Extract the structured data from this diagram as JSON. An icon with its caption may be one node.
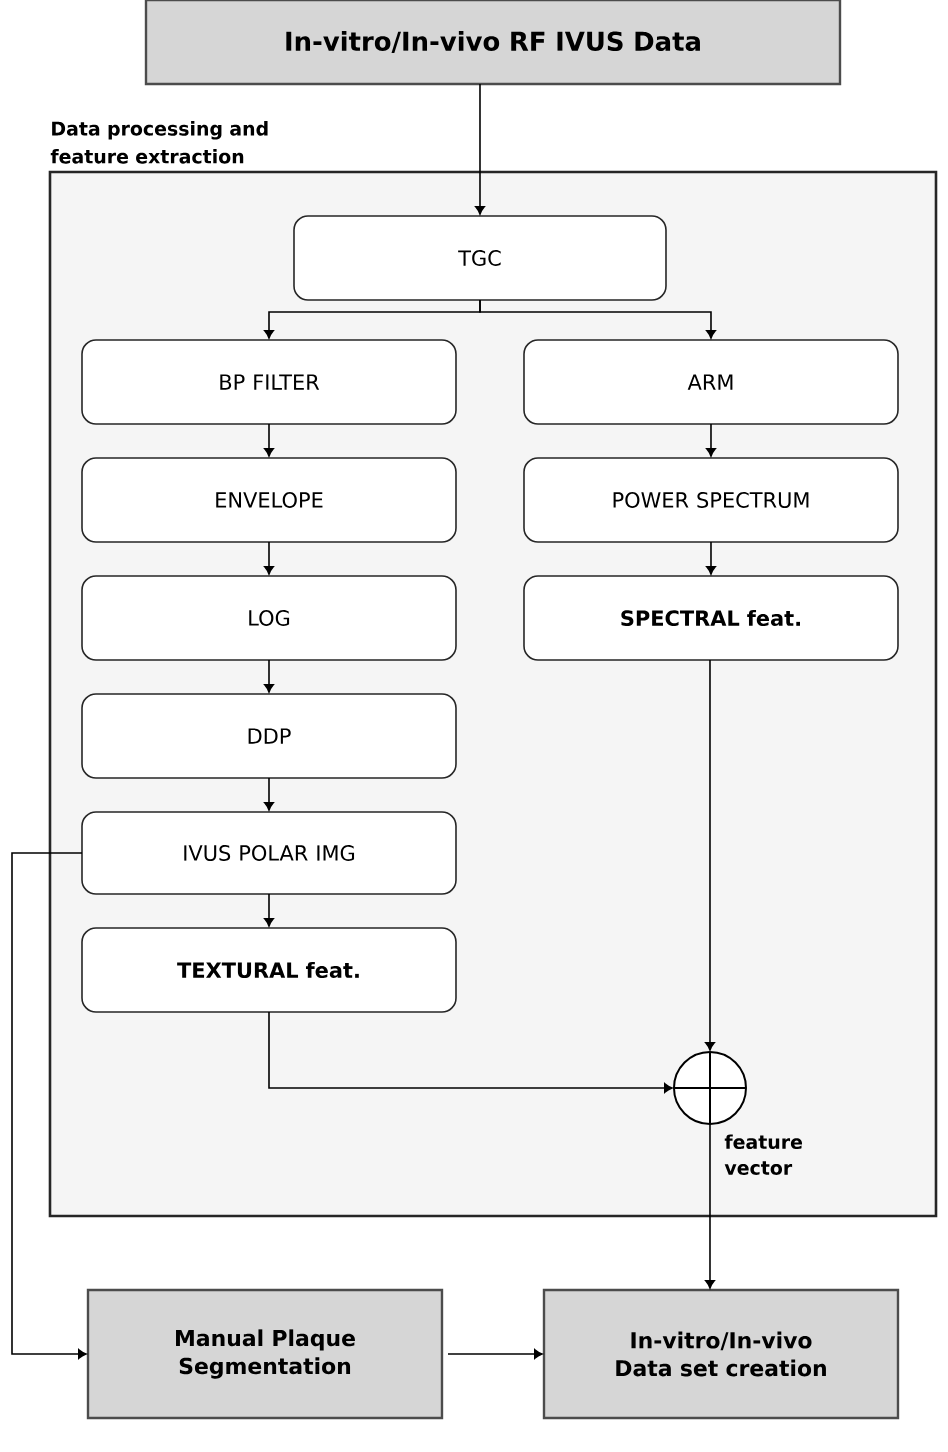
{
  "diagram": {
    "nodes": [
      {
        "text": [
          "In-vitro/In-vivo RF IVUS Data"
        ]
      },
      {
        "text": [
          "Data processing and feature extraction"
        ]
      },
      {
        "text": [
          "TGC"
        ],
        "in": 1
      },
      {
        "text": [
          "BP FILTER"
        ],
        "in": 1
      },
      {
        "text": [
          "ARM"
        ],
        "in": 1
      },
      {
        "text": [
          "ENVELOPE"
        ],
        "in": 1
      },
      {
        "text": [
          "POWER SPECTRUM"
        ],
        "in": 1
      },
      {
        "text": [
          "LOG"
        ],
        "in": 1
      },
      {
        "text": [
          "SPECTRAL feat."
        ],
        "in": 1
      },
      {
        "text": [
          "DDP"
        ],
        "in": 1
      },
      {
        "text": [
          "IVUS POLAR IMG"
        ],
        "in": 1
      },
      {
        "text": [
          "TEXTURAL feat."
        ],
        "in": 1
      },
      {
        "text": [],
        "shape": "circle",
        "in": 1,
        "beside": [
          "feature vector"
        ]
      },
      {
        "text": [
          "Manual Plaque Segmentation"
        ]
      },
      {
        "text": [
          "In-vitro/In-vivo Data set creation"
        ]
      }
    ],
    "edges": [
      {
        "from": 0,
        "to": 2,
        "arrow": "to"
      },
      {
        "from": 2,
        "to": 3,
        "arrow": "to"
      },
      {
        "from": 2,
        "to": 4,
        "arrow": "to"
      },
      {
        "from": 3,
        "to": 5,
        "arrow": "to"
      },
      {
        "from": 5,
        "to": 7,
        "arrow": "to"
      },
      {
        "from": 7,
        "to": 9,
        "arrow": "to"
      },
      {
        "from": 9,
        "to": 10,
        "arrow": "to"
      },
      {
        "from": 10,
        "to": 11,
        "arrow": "to"
      },
      {
        "from": 4,
        "to": 6,
        "arrow": "to"
      },
      {
        "from": 6,
        "to": 8,
        "arrow": "to"
      },
      {
        "from": 8,
        "to": 12,
        "arrow": "to"
      },
      {
        "from": 11,
        "to": 12,
        "arrow": "to"
      },
      {
        "from": 12,
        "to": 14,
        "arrow": "to"
      },
      {
        "from": 10,
        "to": 13,
        "arrow": "to"
      },
      {
        "from": 13,
        "to": 14,
        "arrow": "to"
      }
    ]
  }
}
